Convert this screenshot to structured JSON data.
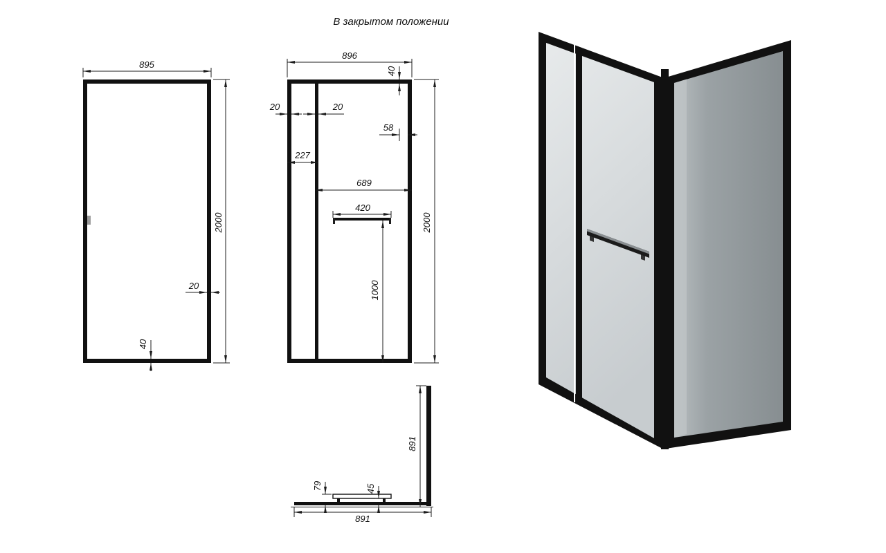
{
  "title": "В закрытом положении",
  "views": {
    "side": {
      "width": "895",
      "height": "2000",
      "profile_width": "20",
      "bottom_profile": "40"
    },
    "door": {
      "width": "896",
      "height": "2000",
      "top_profile": "40",
      "left_profile": "20",
      "stile_width": "20",
      "magnet_profile": "58",
      "fixed_width": "227",
      "door_leaf_width": "689",
      "handle_length": "420",
      "handle_height": "1000"
    },
    "plan": {
      "depth": "891",
      "width": "891",
      "handle_offset": "79",
      "handle_clearance": "45"
    }
  },
  "colors": {
    "line": "#1c1c1c",
    "frame": "#111111",
    "glass_light": "#d9dedf",
    "glass_dark": "#8f9699"
  }
}
